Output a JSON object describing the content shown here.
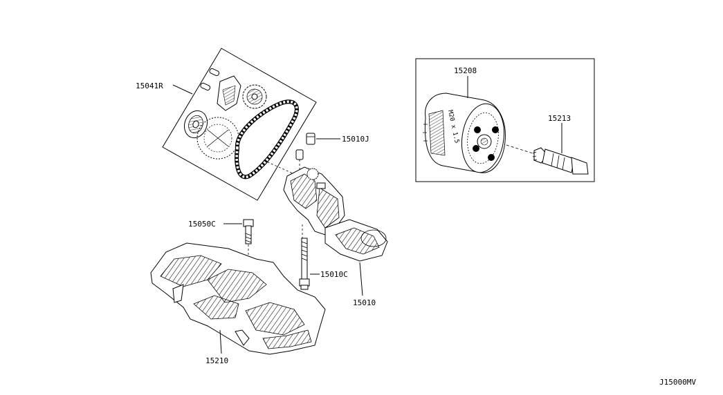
{
  "diagram": {
    "id_label": "J15000MV",
    "callouts": {
      "oil_pump_drive_kit": "15041R",
      "oil_pump_dowel": "15010J",
      "oil_pump_mount_bolt": "15050C",
      "oil_pump_stud_bolt": "15010C",
      "oil_pump_assembly": "15010",
      "oil_strainer_pan": "15210",
      "oil_filter": "15208",
      "oil_filter_connector": "15213"
    },
    "filter_print": "M20 x 1.5"
  },
  "colors": {
    "line": "#000000",
    "background": "#ffffff"
  }
}
